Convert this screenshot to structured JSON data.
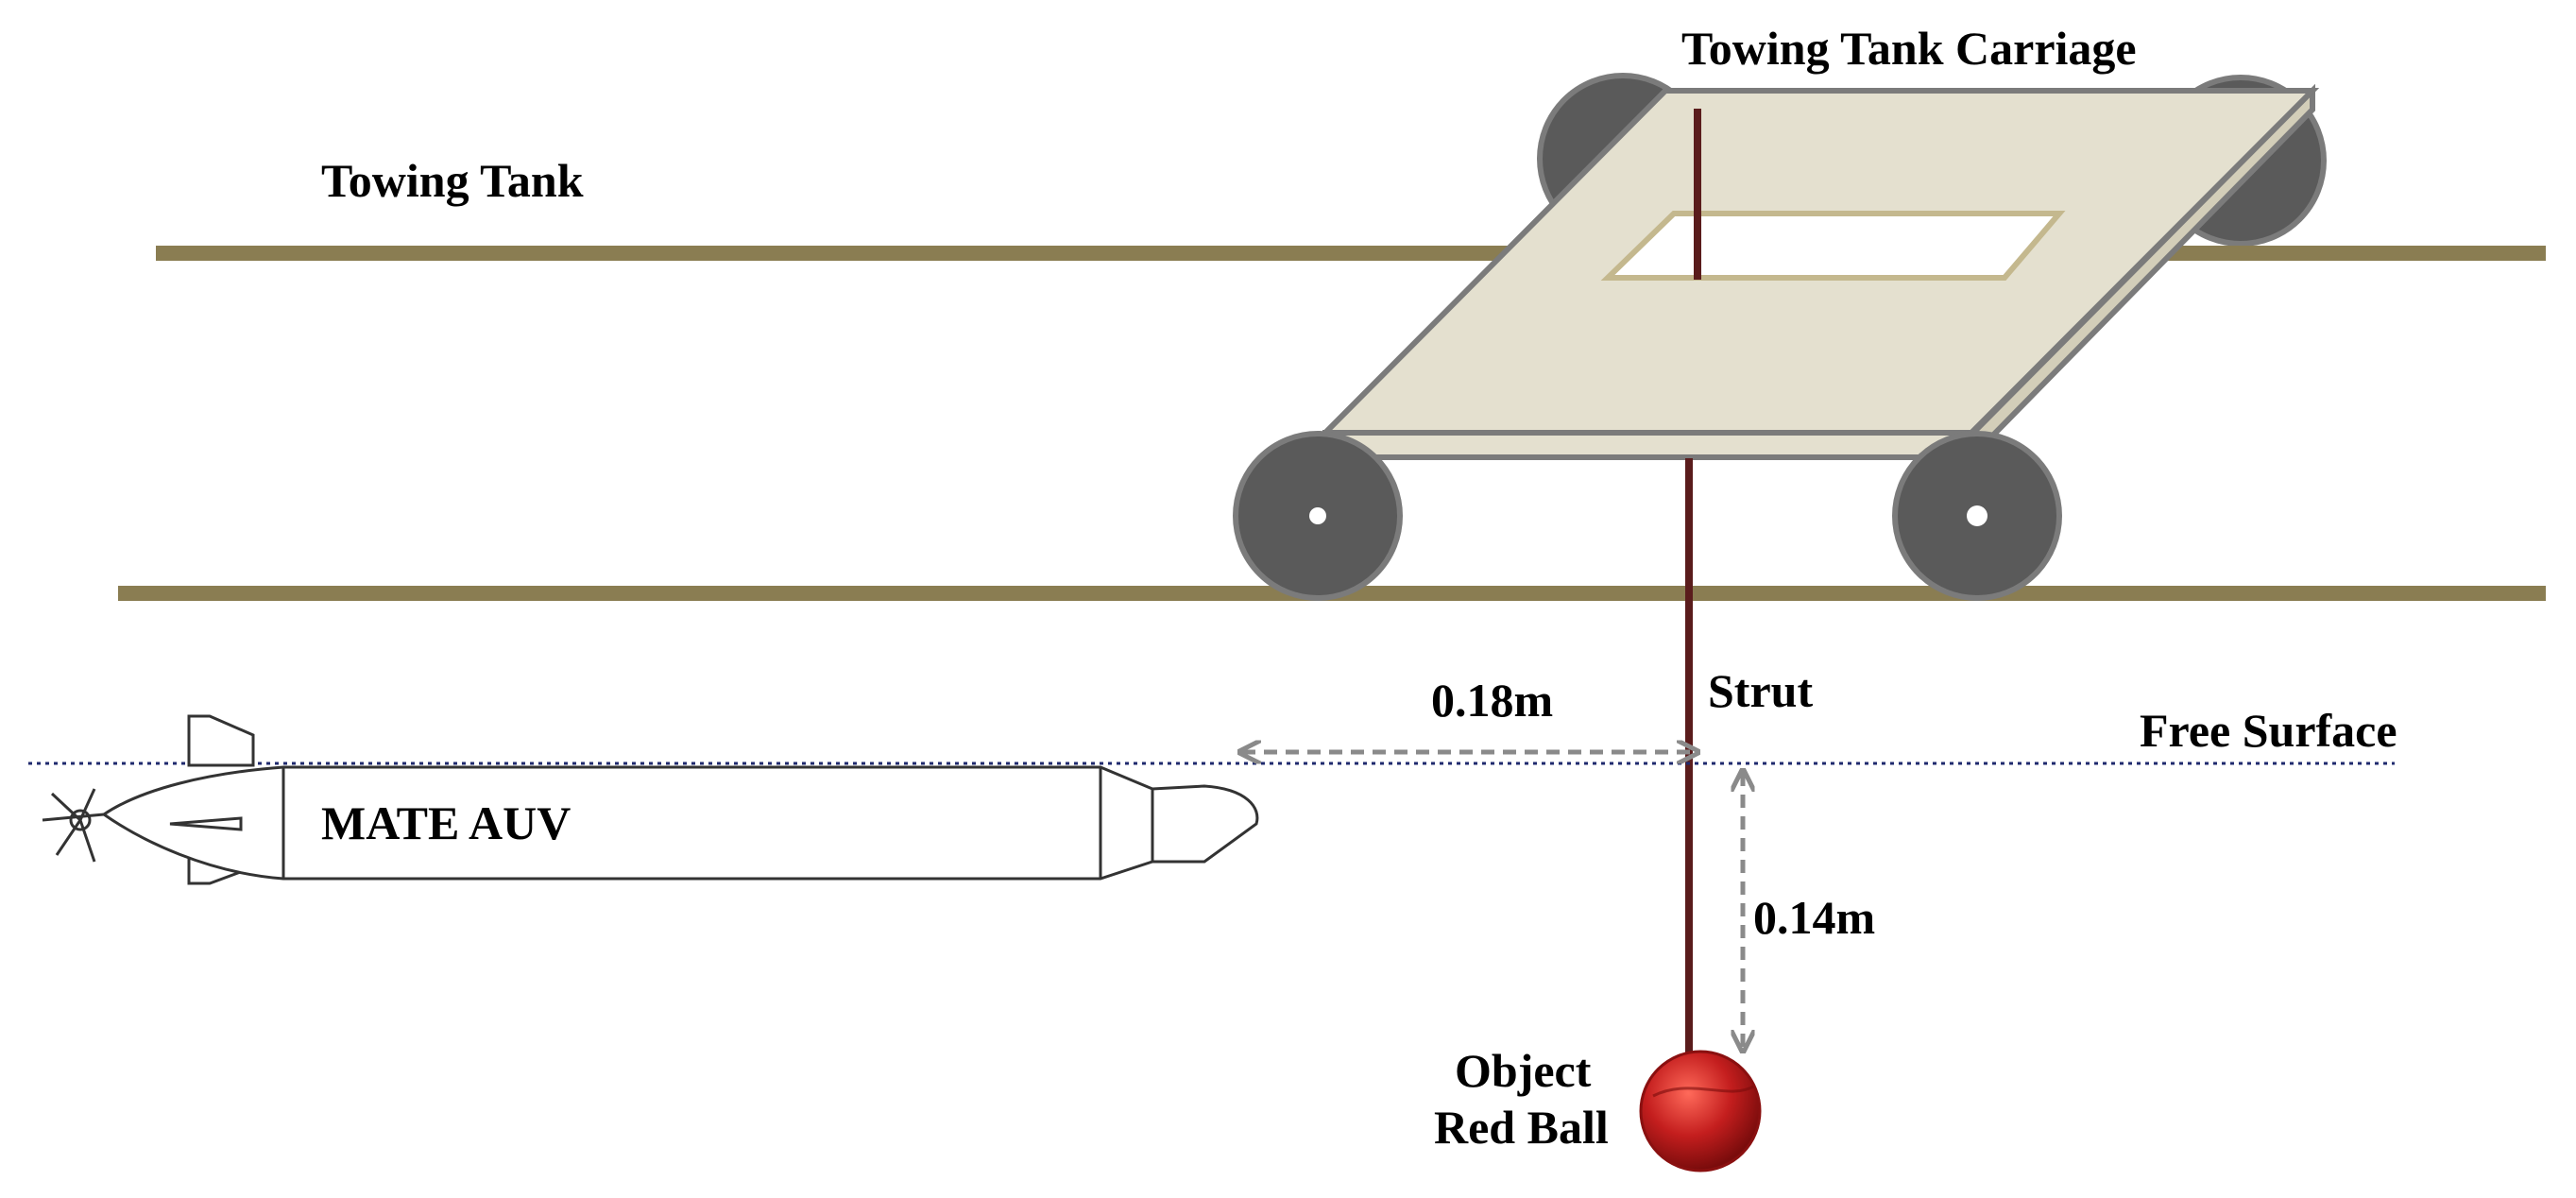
{
  "labels": {
    "towing_tank": "Towing Tank",
    "carriage": "Towing Tank Carriage",
    "strut": "Strut",
    "free_surface": "Free Surface",
    "auv": "MATE AUV",
    "horizontal_distance": "0.18m",
    "vertical_distance": "0.14m",
    "object_line1": "Object",
    "object_line2": "Red Ball"
  },
  "colors": {
    "rail": "#8a7d52",
    "platform_top": "#e4e0cf",
    "platform_edge": "#7b7b7b",
    "wheel": "#5a5a5a",
    "strut": "#5a1c1c",
    "ball": "#c41e1e",
    "free_surface": "#1f2a6e",
    "arrow": "#8a8a8a",
    "auv_outline": "#333333"
  }
}
